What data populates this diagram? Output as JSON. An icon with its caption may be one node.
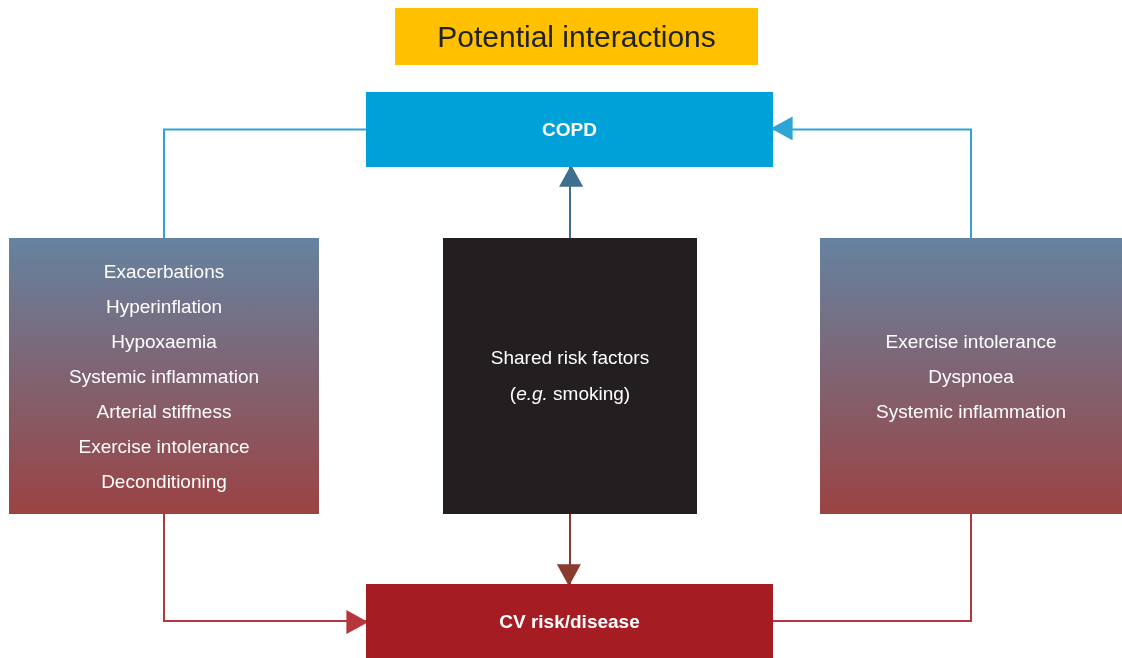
{
  "diagram": {
    "title": "Potential interactions",
    "nodes": [
      {
        "text": [
          "COPD"
        ]
      },
      {
        "text": [
          "Exacerbations",
          "Hyperinflation",
          "Hypoxaemia",
          "Systemic inflammation",
          "Arterial stiffness",
          "Exercise intolerance",
          "Deconditioning"
        ]
      },
      {
        "text": [
          "Shared risk factors (*e.g.* smoking)"
        ]
      },
      {
        "text": [
          "Exercise intolerance",
          "Dyspnoea",
          "Systemic inflammation"
        ]
      },
      {
        "text": [
          "CV risk/disease"
        ]
      }
    ],
    "edges": [
      {
        "from": 0,
        "to": 1,
        "arrow": "none"
      },
      {
        "from": 1,
        "to": 4,
        "arrow": "to",
        "color": "#b5373c"
      },
      {
        "from": 4,
        "to": 3,
        "arrow": "none",
        "color": "#b5373c"
      },
      {
        "from": 3,
        "to": 0,
        "arrow": "to"
      },
      {
        "from": 2,
        "to": 0,
        "arrow": "to",
        "color": "#3f6f8f"
      },
      {
        "from": 2,
        "to": 4,
        "arrow": "to",
        "color": "#8a3b2e"
      }
    ]
  }
}
